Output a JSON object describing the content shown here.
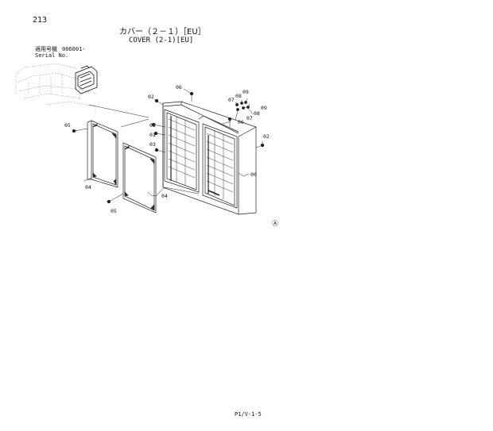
{
  "page_number": "213",
  "title_jp": "カバー（２－１）［EU］",
  "title_en": "COVER (2-1)[EU]",
  "serial": {
    "label_jp": "適用号機",
    "value": "006001-",
    "label_en": "Serial No."
  },
  "part_labels": {
    "p00": "00",
    "p01": "01",
    "p02a": "02",
    "p02b": "02",
    "p03a": "03",
    "p03b": "03",
    "p04a": "04",
    "p04b": "04",
    "p05a": "05",
    "p05b": "05",
    "p06a": "06",
    "p06b": "06",
    "p07a": "07",
    "p07b": "07",
    "p08a": "08",
    "p08b": "08",
    "p09a": "09",
    "p09b": "09"
  },
  "corner_mark": "Ⓐ",
  "footer_code": "P1/V-1-5"
}
